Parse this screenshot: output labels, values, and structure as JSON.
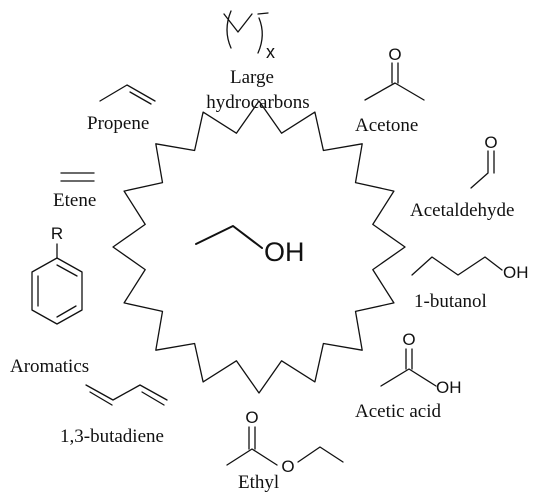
{
  "center": {
    "atom": "OH"
  },
  "labels": {
    "large_hydrocarbons_1": "Large",
    "large_hydrocarbons_2": "hydrocarbons",
    "propene": "Propene",
    "acetone": "Acetone",
    "etene": "Etene",
    "acetaldehyde": "Acetaldehyde",
    "butanol": "1-butanol",
    "aromatics": "Aromatics",
    "acetic_acid": "Acetic acid",
    "butadiene": "1,3-butadiene",
    "ethyl": "Ethyl"
  },
  "atoms": {
    "repeat_x": "x",
    "acetone_o": "O",
    "acetaldehyde_o": "O",
    "butanol_oh": "OH",
    "aromatic_r": "R",
    "acetic_o": "O",
    "acetic_oh": "OH",
    "ester_o1": "O",
    "ester_o2": "O"
  },
  "colors": {
    "ink": "#111111",
    "background": "#ffffff"
  }
}
